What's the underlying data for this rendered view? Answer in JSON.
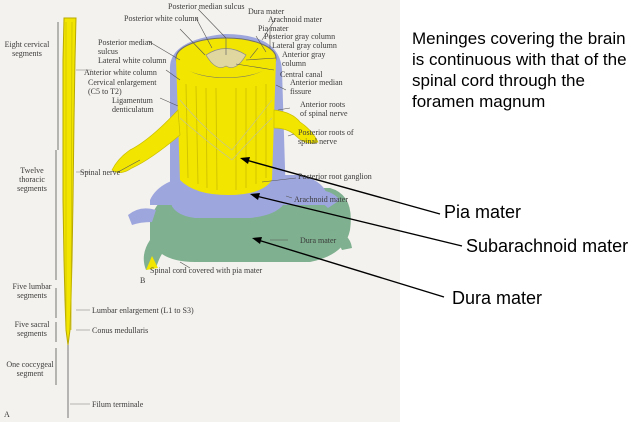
{
  "heading": "Meninges covering the brain is continuous with that of the spinal cord through the foramen magnum",
  "callouts": {
    "pia": "Pia mater",
    "subarachnoid": "Subarachnoid mater",
    "dura": "Dura mater"
  },
  "labels": {
    "eight_cervical": "Eight cervical segments",
    "posterior_median_sulcus": "Posterior median sulcus",
    "lateral_white_column": "Lateral white column",
    "anterior_white_column": "Anterior white column",
    "cervical_enlargement": "Cervical enlargement (C5 to T2)",
    "ligamentum": "Ligamentum denticulatum",
    "twelve_thoracic": "Twelve thoracic segments",
    "spinal_nerve_left": "Spinal nerve",
    "five_lumbar": "Five lumbar segments",
    "lumbar_enlargement": "Lumbar enlargement (L1 to S3)",
    "five_sacral": "Five sacral segments",
    "conus": "Conus medullaris",
    "coccygeal": "One coccygeal segment",
    "filum": "Filum terminale",
    "fig_a": "A",
    "fig_b": "B",
    "posterior_median_sulcus_top": "Posterior median sulcus",
    "dura_top": "Dura mater",
    "posterior_white_column": "Posterior white column",
    "arachnoid_top": "Arachnoid mater",
    "pia_top": "Pia mater",
    "posterior_gray": "Posterior gray column",
    "lateral_gray": "Lateral gray column",
    "anterior_gray": "Anterior gray column",
    "central_canal": "Central canal",
    "anterior_median_fissure": "Anterior median fissure",
    "anterior_roots": "Anterior roots of spinal nerve",
    "posterior_roots": "Posterior roots of spinal nerve",
    "posterior_root_ganglion": "Posterior root ganglion",
    "arachnoid_right": "Arachnoid mater",
    "dura_right": "Dura mater",
    "cord_covered": "Spinal cord covered with pia mater"
  },
  "colors": {
    "cord": "#f2e600",
    "arachnoid": "#9ea6de",
    "dura": "#7fb08f",
    "background": "#f4f2ee"
  }
}
